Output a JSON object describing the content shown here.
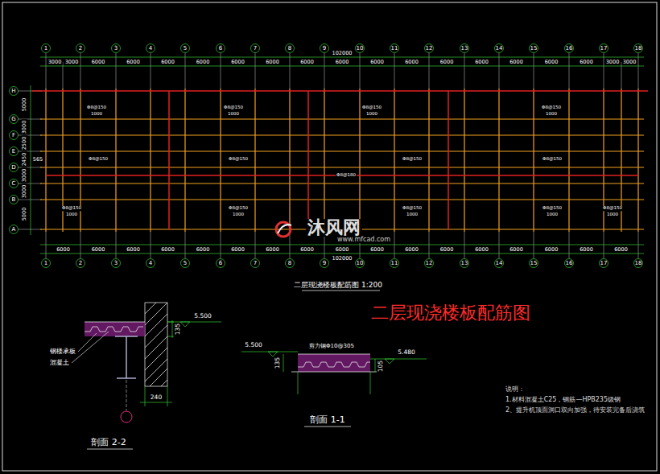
{
  "diagram": {
    "title": "二层现浇楼板配筋图",
    "caption": "二层现浇楼板配筋图 1:200",
    "labels": [
      "1",
      "2",
      "3",
      "4",
      "5",
      "6",
      "7",
      "8",
      "9",
      "10",
      "11",
      "12",
      "13",
      "14",
      "15",
      "16",
      "17",
      "18",
      "1",
      "2",
      "3",
      "4",
      "5",
      "6",
      "7",
      "8",
      "9",
      "10",
      "11",
      "12",
      "13",
      "14",
      "15",
      "16",
      "17",
      "18",
      "3000",
      "3000",
      "6000",
      "6000",
      "6000",
      "6000",
      "6000",
      "6000",
      "6000",
      "6000",
      "6000",
      "6000",
      "6000",
      "6000",
      "6000",
      "6000",
      "6000",
      "3000",
      "3000",
      "102000",
      "6000",
      "6000",
      "6000",
      "6000",
      "6000",
      "6000",
      "6000",
      "6000",
      "6000",
      "6000",
      "6000",
      "6000",
      "6000",
      "6000",
      "6000",
      "6000",
      "6000",
      "102000",
      "H",
      "G",
      "F",
      "E",
      "D",
      "C",
      "B",
      "A",
      "5000",
      "3000",
      "2500",
      "2450",
      "565",
      "3000",
      "3000",
      "5000",
      "5.500",
      "135",
      "钢楼承板",
      "混凝土",
      "240",
      "剖面 2-2",
      "5.500",
      "剪力钢Φ10@305",
      "135",
      "5.480",
      "105",
      "剖面 1-1",
      "说明：",
      "1.材料混凝土C25，钢筋—HPB235级钢",
      "2、提升机顶面洞口双向加强，待安装完备后浇筑",
      "沐风网",
      "www.mfcad.com",
      "Φ8@150",
      "1000",
      "Φ8@150",
      "1000",
      "Φ8@150",
      "1000",
      "Φ8@150",
      "1000",
      "Φ8@150",
      "Φ8@150",
      "Φ8@150",
      "Φ8@150",
      "Φ8@180",
      "Φ8@150",
      "1000",
      "Φ8@150",
      "1000",
      "Φ8@150",
      "1000",
      "Φ8@150",
      "1000",
      "Φ8@150",
      "1000"
    ]
  }
}
